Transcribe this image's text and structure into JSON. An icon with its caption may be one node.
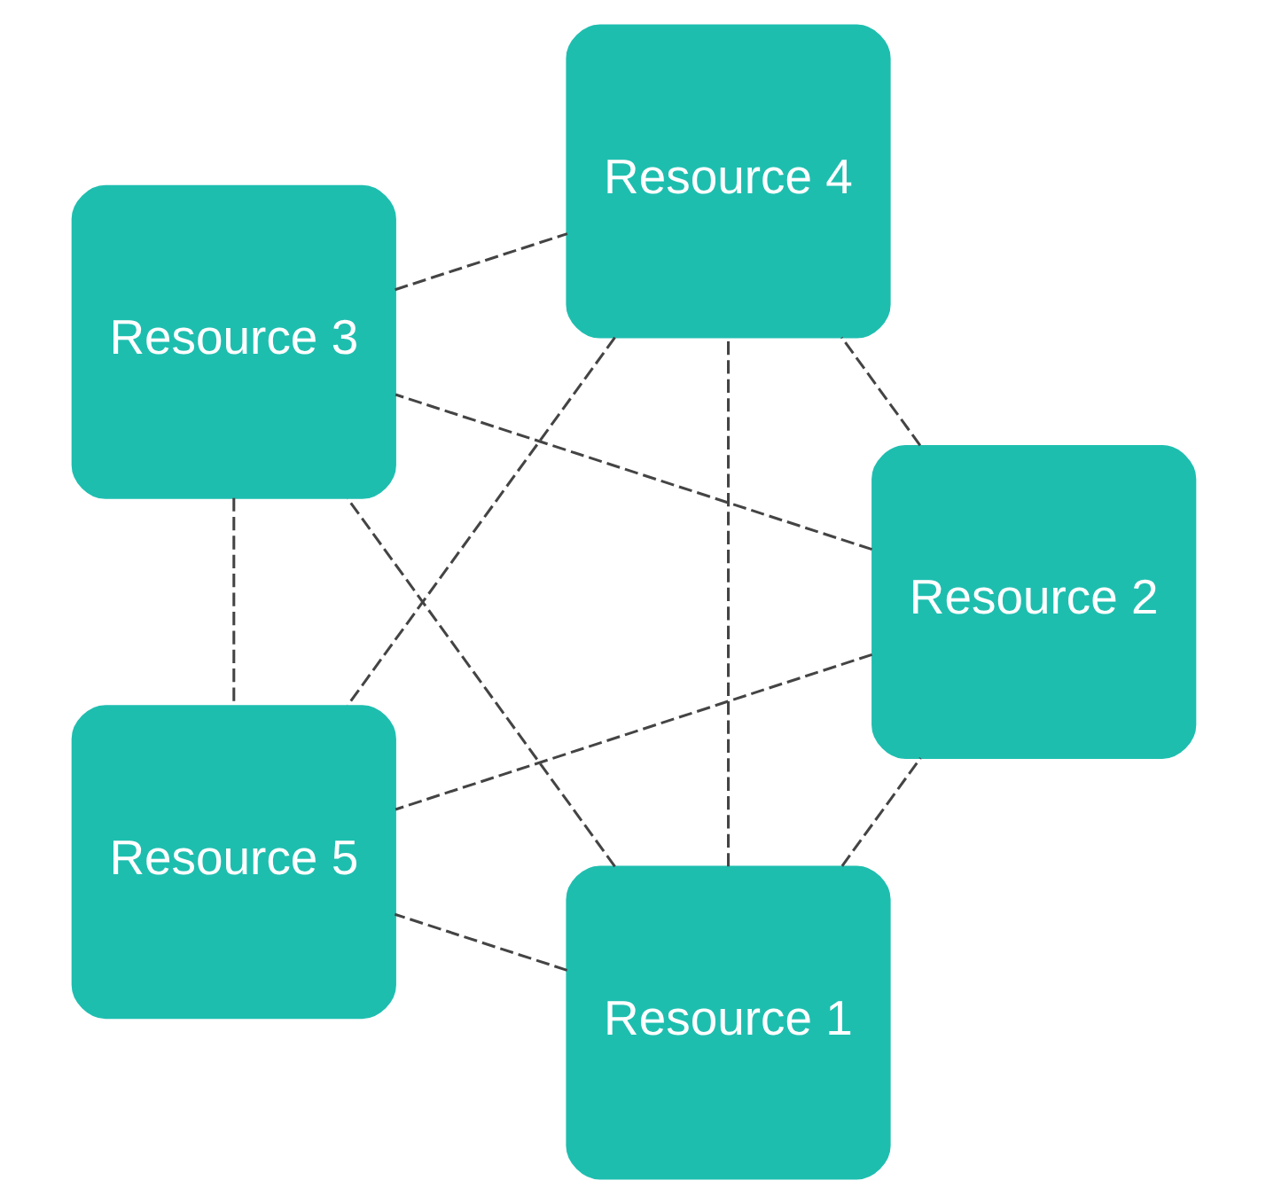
{
  "diagram": {
    "nodes": [
      {
        "text": [
          "Resource 1"
        ]
      },
      {
        "text": [
          "Resource 2"
        ]
      },
      {
        "text": [
          "Resource 3"
        ]
      },
      {
        "text": [
          "Resource 4"
        ]
      },
      {
        "text": [
          "Resource 5"
        ]
      }
    ],
    "edges": [
      {
        "from": 0,
        "to": 1,
        "arrow": "none",
        "style": "dashed"
      },
      {
        "from": 0,
        "to": 2,
        "arrow": "none",
        "style": "dashed"
      },
      {
        "from": 0,
        "to": 3,
        "arrow": "none",
        "style": "dashed"
      },
      {
        "from": 0,
        "to": 4,
        "arrow": "none",
        "style": "dashed"
      },
      {
        "from": 1,
        "to": 2,
        "arrow": "none",
        "style": "dashed"
      },
      {
        "from": 1,
        "to": 3,
        "arrow": "none",
        "style": "dashed"
      },
      {
        "from": 1,
        "to": 4,
        "arrow": "none",
        "style": "dashed"
      },
      {
        "from": 2,
        "to": 3,
        "arrow": "none",
        "style": "dashed"
      },
      {
        "from": 2,
        "to": 4,
        "arrow": "none",
        "style": "dashed"
      },
      {
        "from": 3,
        "to": 4,
        "arrow": "none",
        "style": "dashed"
      }
    ]
  }
}
